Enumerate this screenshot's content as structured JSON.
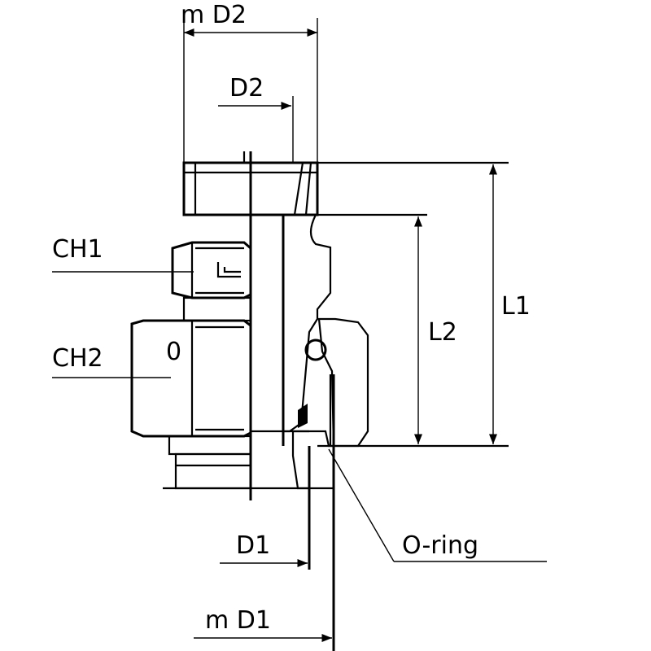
{
  "labels": {
    "m_d2": "m  D2",
    "d2": "D2",
    "ch1": "CH1",
    "ch2": "CH2",
    "l1": "L1",
    "l2": "L2",
    "d1": "D1",
    "m_d1": "m  D1",
    "o_ring": "O-ring",
    "mark_0": "0"
  },
  "colors": {
    "line": "#000000",
    "background": "#ffffff"
  }
}
